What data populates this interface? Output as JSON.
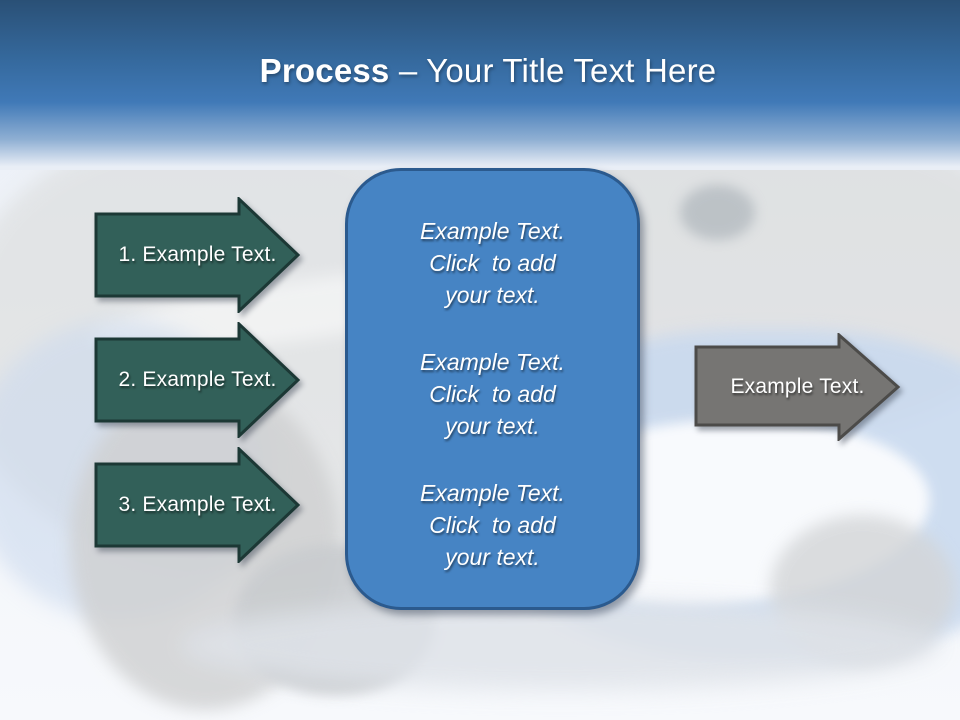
{
  "title": {
    "bold": "Process",
    "rest": " – Your Title Text Here"
  },
  "steps": [
    {
      "label": "1. Example Text."
    },
    {
      "label": "2. Example Text."
    },
    {
      "label": "3. Example Text."
    }
  ],
  "panel": {
    "blocks": [
      {
        "lines": [
          "Example Text.",
          "Click  to add",
          "your text."
        ]
      },
      {
        "lines": [
          "Example Text.",
          "Click  to add",
          "your text."
        ]
      },
      {
        "lines": [
          "Example Text.",
          "Click  to add",
          "your text."
        ]
      }
    ]
  },
  "output_arrow": {
    "label": "Example Text."
  },
  "colors": {
    "header_top": "#2a5076",
    "header_mid": "#4079b7",
    "step_fill": "#326059",
    "step_border": "#1c3835",
    "panel_fill": "#4684c4",
    "panel_border": "#2b5a8e",
    "output_fill": "#767573",
    "output_border": "#4c4b49",
    "text": "#ffffff"
  }
}
